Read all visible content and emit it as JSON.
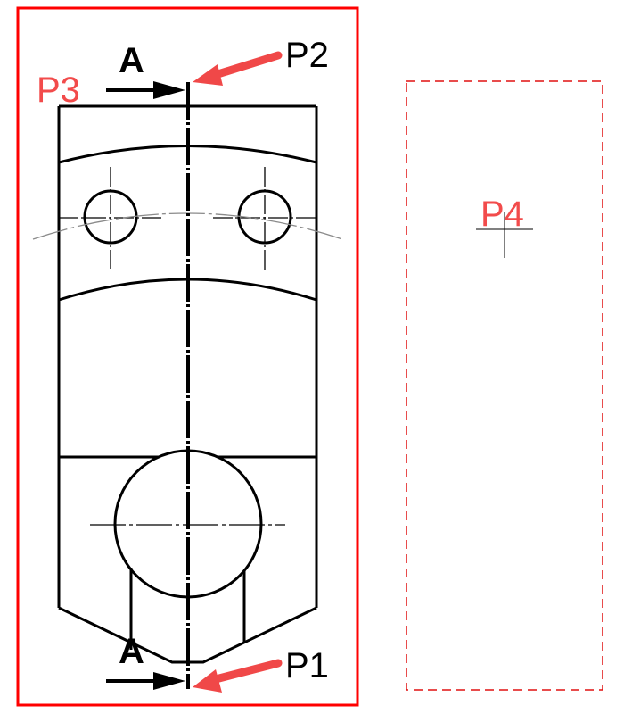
{
  "drawing": {
    "section_label_top": "A",
    "section_label_bottom": "A",
    "points": {
      "p1": "P1",
      "p2": "P2",
      "p3": "P3",
      "p4": "P4"
    }
  },
  "colors": {
    "frame_red": "#ff0000",
    "label_red": "#f24b4b",
    "arrow_red": "#f04848",
    "line_black": "#000000",
    "arc_gray": "#8a8a8a"
  }
}
